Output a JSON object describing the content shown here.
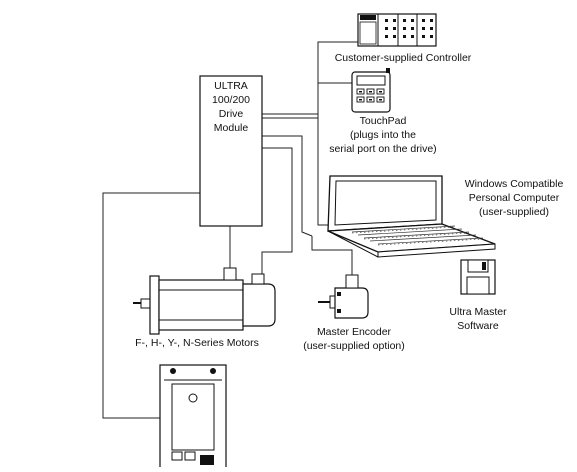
{
  "drive_module": {
    "lines": [
      "ULTRA",
      "100/200",
      "Drive",
      "Module"
    ]
  },
  "controller": {
    "label": "Customer-supplied Controller"
  },
  "touchpad": {
    "lines": [
      "TouchPad",
      "(plugs into the",
      "serial port on the drive)"
    ]
  },
  "computer": {
    "lines": [
      "Windows Compatible",
      "Personal Computer",
      "(user-supplied)"
    ]
  },
  "software": {
    "lines": [
      "Ultra Master",
      "Software"
    ]
  },
  "motors": {
    "label": "F-, H-, Y-, N-Series Motors"
  },
  "encoder": {
    "lines": [
      "Master Encoder",
      "(user-supplied option)"
    ]
  }
}
